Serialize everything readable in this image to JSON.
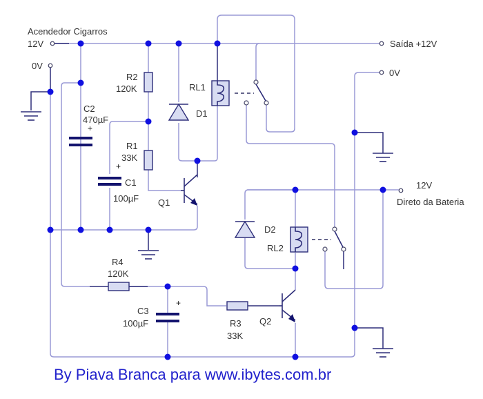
{
  "diagram": {
    "title_input": "Acendedor Cigarros",
    "caption": "By Piava Branca para www.ibytes.com.br",
    "colors": {
      "wire": "#9a9ad6",
      "node": "#1010e0",
      "component_fill": "#d8dcf2",
      "caption": "#2222cc"
    }
  },
  "terminals": {
    "input_12v": "12V",
    "input_0v": "0V",
    "output_12v": "Saída +12V",
    "output_0v": "0V",
    "battery_12v": "12V",
    "battery_label": "Direto da Bateria"
  },
  "components": {
    "R1": {
      "ref": "R1",
      "value": "33K"
    },
    "R2": {
      "ref": "R2",
      "value": "120K"
    },
    "R3": {
      "ref": "R3",
      "value": "33K"
    },
    "R4": {
      "ref": "R4",
      "value": "120K"
    },
    "C1": {
      "ref": "C1",
      "value": "100µF"
    },
    "C2": {
      "ref": "C2",
      "value": "470µF"
    },
    "C3": {
      "ref": "C3",
      "value": "100µF"
    },
    "D1": {
      "ref": "D1"
    },
    "D2": {
      "ref": "D2"
    },
    "Q1": {
      "ref": "Q1"
    },
    "Q2": {
      "ref": "Q2"
    },
    "RL1": {
      "ref": "RL1"
    },
    "RL2": {
      "ref": "RL2"
    },
    "polarity_plus": "+"
  }
}
